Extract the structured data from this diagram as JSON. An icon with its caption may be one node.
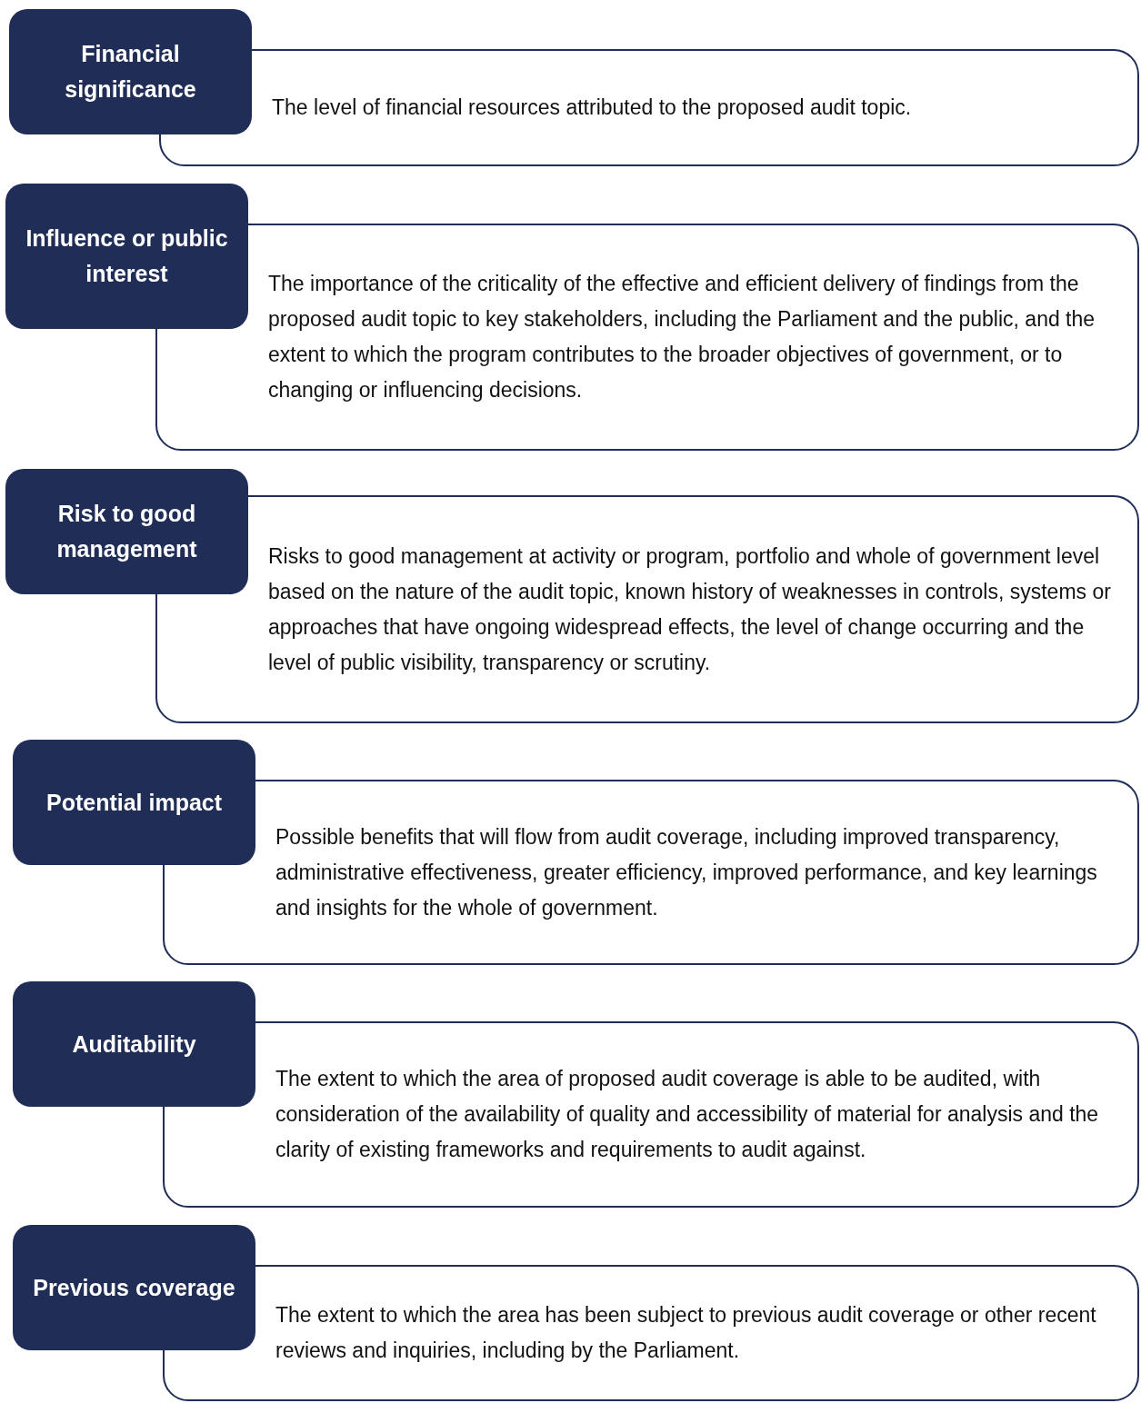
{
  "diagram": {
    "nodes": [
      {
        "text": [
          "Financial significance"
        ]
      },
      {
        "text": [
          "The level of financial resources attributed to the proposed audit topic."
        ]
      },
      {
        "text": [
          "Influence or public interest"
        ]
      },
      {
        "text": [
          "The importance of the criticality of the effective and efficient delivery of findings from the proposed audit topic to key stakeholders, including the Parliament and the public, and the extent to which the program contributes to the broader objectives of government, or to changing or influencing decisions."
        ]
      },
      {
        "text": [
          "Risk to good management"
        ]
      },
      {
        "text": [
          "Risks to good management at activity or program, portfolio and whole of government level based on the nature of the audit topic, known history of weaknesses in controls, systems or approaches that have ongoing widespread effects, the level of change occurring and the level of public visibility, transparency or scrutiny."
        ]
      },
      {
        "text": [
          "Potential impact"
        ]
      },
      {
        "text": [
          "Possible benefits that will flow from audit coverage, including improved transparency, administrative effectiveness, greater efficiency, improved performance, and key learnings and insights for the whole of government."
        ]
      },
      {
        "text": [
          "Auditability"
        ]
      },
      {
        "text": [
          "The extent to which the area of proposed audit coverage is able to be audited, with consideration of the availability of quality and accessibility of material for analysis and the clarity of existing frameworks and requirements to audit against."
        ]
      },
      {
        "text": [
          "Previous coverage"
        ]
      },
      {
        "text": [
          "The extent to which the area has been subject to previous audit coverage or other recent reviews and inquiries, including by the Parliament."
        ]
      }
    ]
  }
}
